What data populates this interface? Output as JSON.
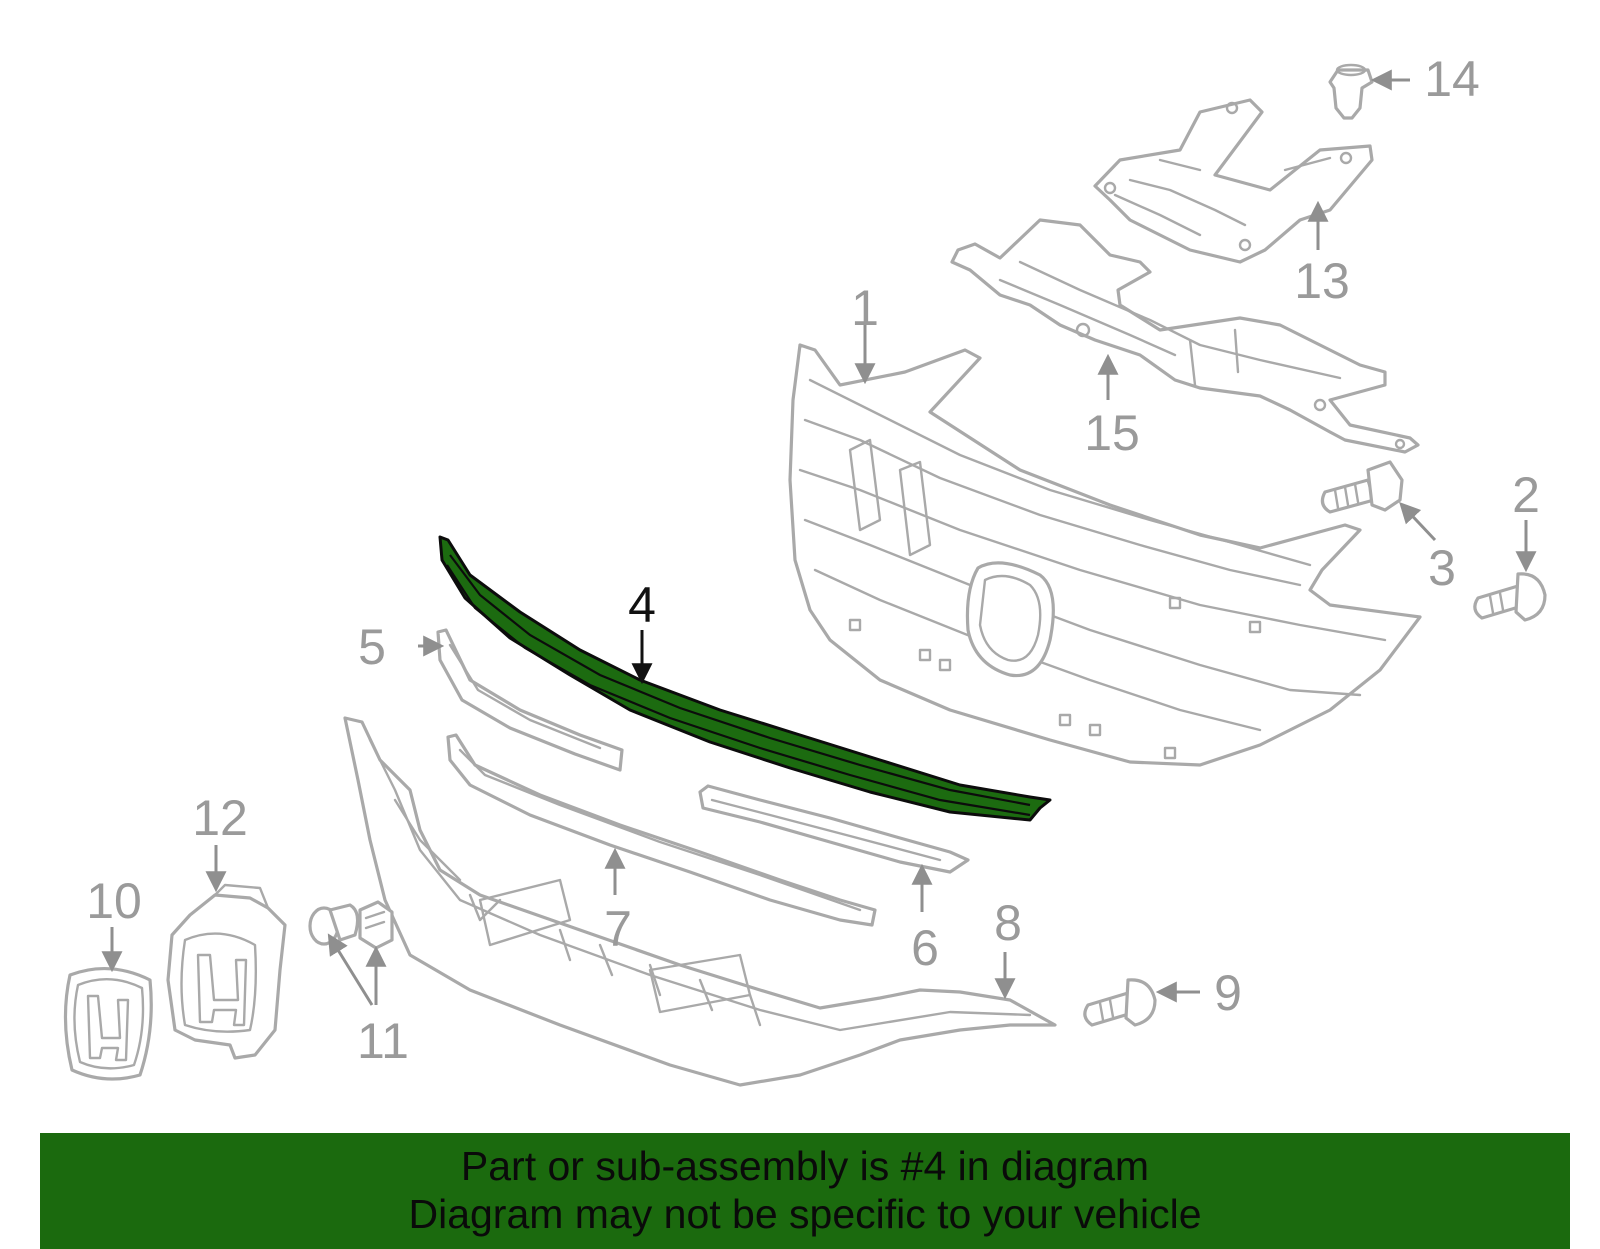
{
  "diagram": {
    "highlighted_part": "4",
    "highlight_color": "#1b6a0e",
    "callouts": {
      "c1": "1",
      "c2": "2",
      "c3": "3",
      "c4": "4",
      "c5": "5",
      "c6": "6",
      "c7": "7",
      "c8": "8",
      "c9": "9",
      "c10": "10",
      "c11": "11",
      "c12": "12",
      "c13": "13",
      "c14": "14",
      "c15": "15"
    }
  },
  "banner": {
    "line1": "Part or sub-assembly is #4 in diagram",
    "line2": "Diagram may not be specific to your vehicle",
    "background": "#1b6a0e"
  }
}
